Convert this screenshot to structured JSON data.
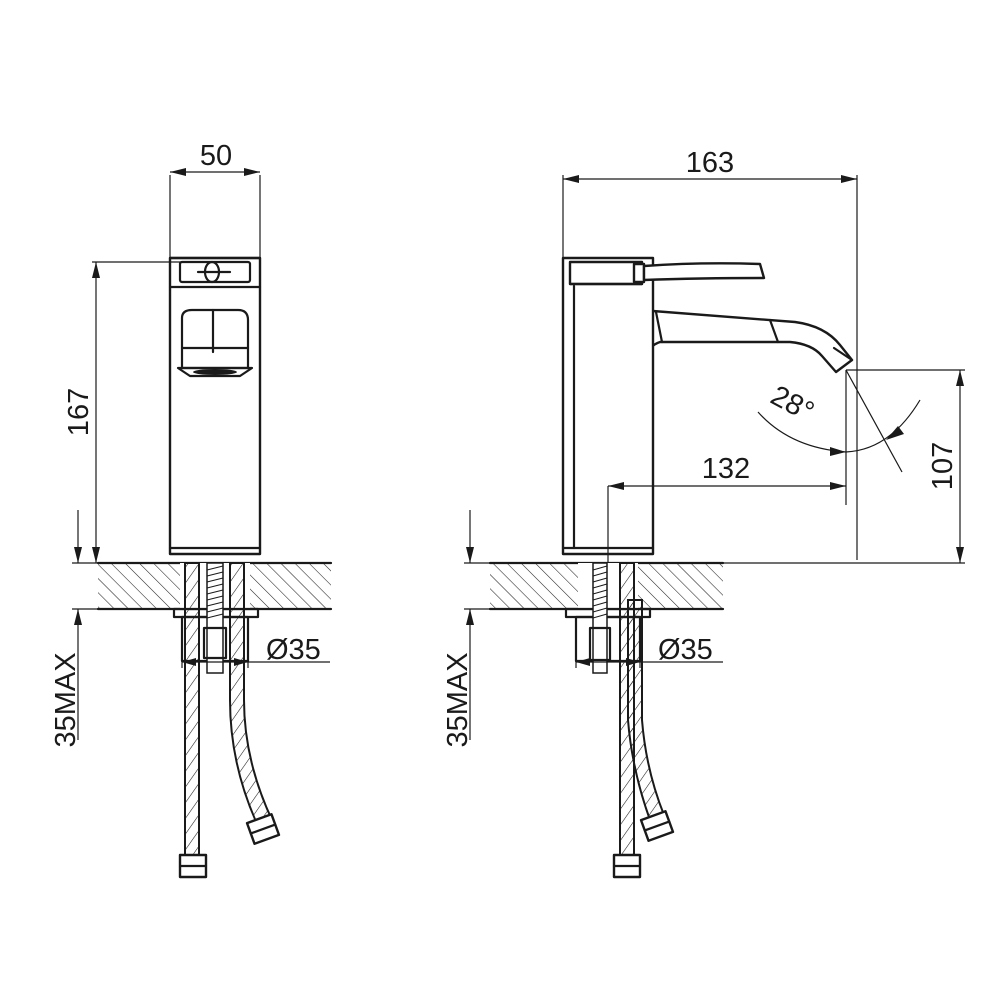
{
  "front_view": {
    "dimensions": {
      "width": "50",
      "height": "167",
      "hole_diameter": "Ø35",
      "max_thickness": "35MAX"
    }
  },
  "side_view": {
    "dimensions": {
      "total_depth": "163",
      "spout_reach": "132",
      "spout_height": "107",
      "spout_angle": "28°",
      "hole_diameter": "Ø35",
      "max_thickness": "35MAX"
    }
  }
}
